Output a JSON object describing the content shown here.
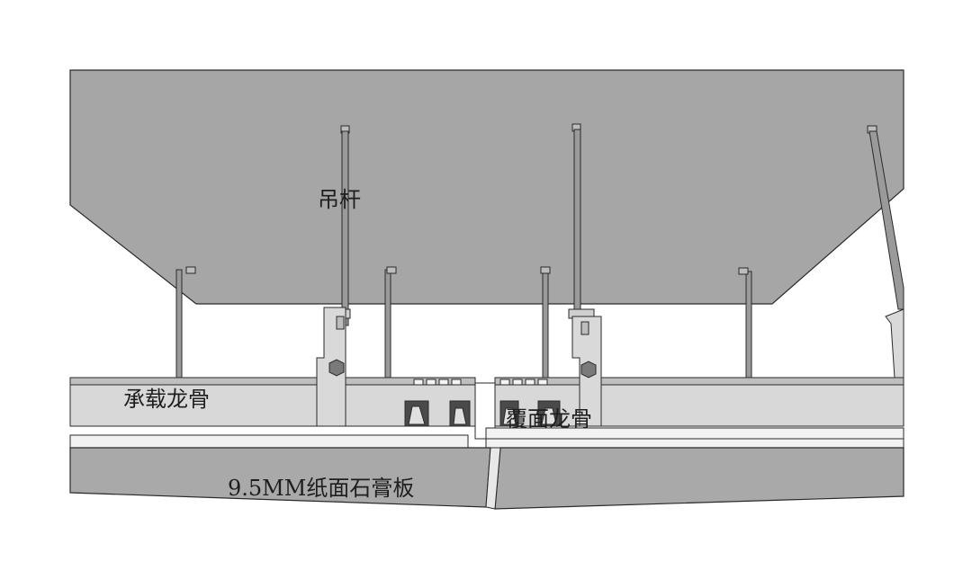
{
  "labels": {
    "hanger_rod": "吊杆",
    "main_runner": "承载龙骨",
    "cover_runner": "覆面龙骨",
    "gypsum_board": "9.5MM纸面石膏板"
  },
  "colors": {
    "ceiling_slab": "#a6a6a6",
    "runner": "#d8d8d8",
    "runner_top": "#bfbfbf",
    "board": "#a9a9a9",
    "board_edge": "#e8e8e8",
    "bracket": "#d9d9d9",
    "rod": "#9a9a9a",
    "outline": "#2a2a2a"
  }
}
